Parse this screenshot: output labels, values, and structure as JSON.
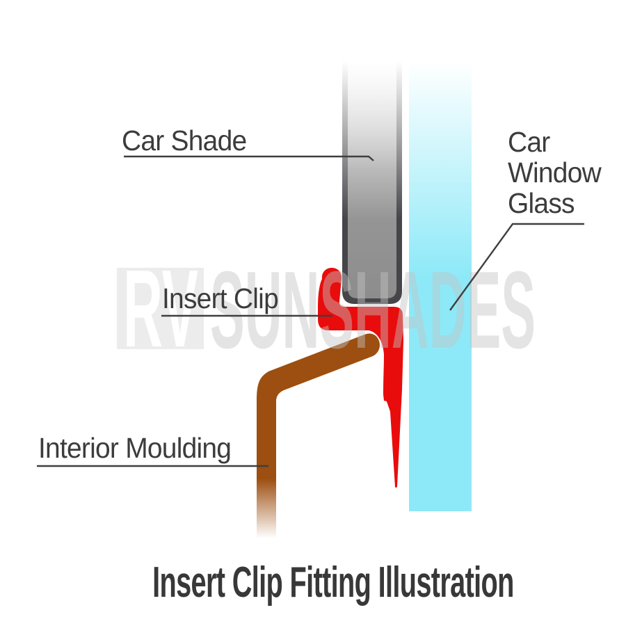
{
  "title": "Insert Clip Fitting Illustration",
  "watermark": {
    "rv": "RV",
    "sunshades": "SUNSHADES"
  },
  "labels": {
    "car_shade": "Car Shade",
    "car_window_glass": {
      "line1": "Car",
      "line2": "Window",
      "line3": "Glass"
    },
    "insert_clip": "Insert Clip",
    "interior_moulding": "Interior Moulding"
  },
  "colors": {
    "shade_gray": "#8c8c8c",
    "shade_border": "#46464a",
    "glass_cyan": "#8de9f8",
    "clip_red": "#e90c0c",
    "moulding_brown": "#9c4f10",
    "label_text": "#3c3c3c",
    "pointer_line": "#3f3f3f",
    "watermark_gray": "#ececec"
  }
}
